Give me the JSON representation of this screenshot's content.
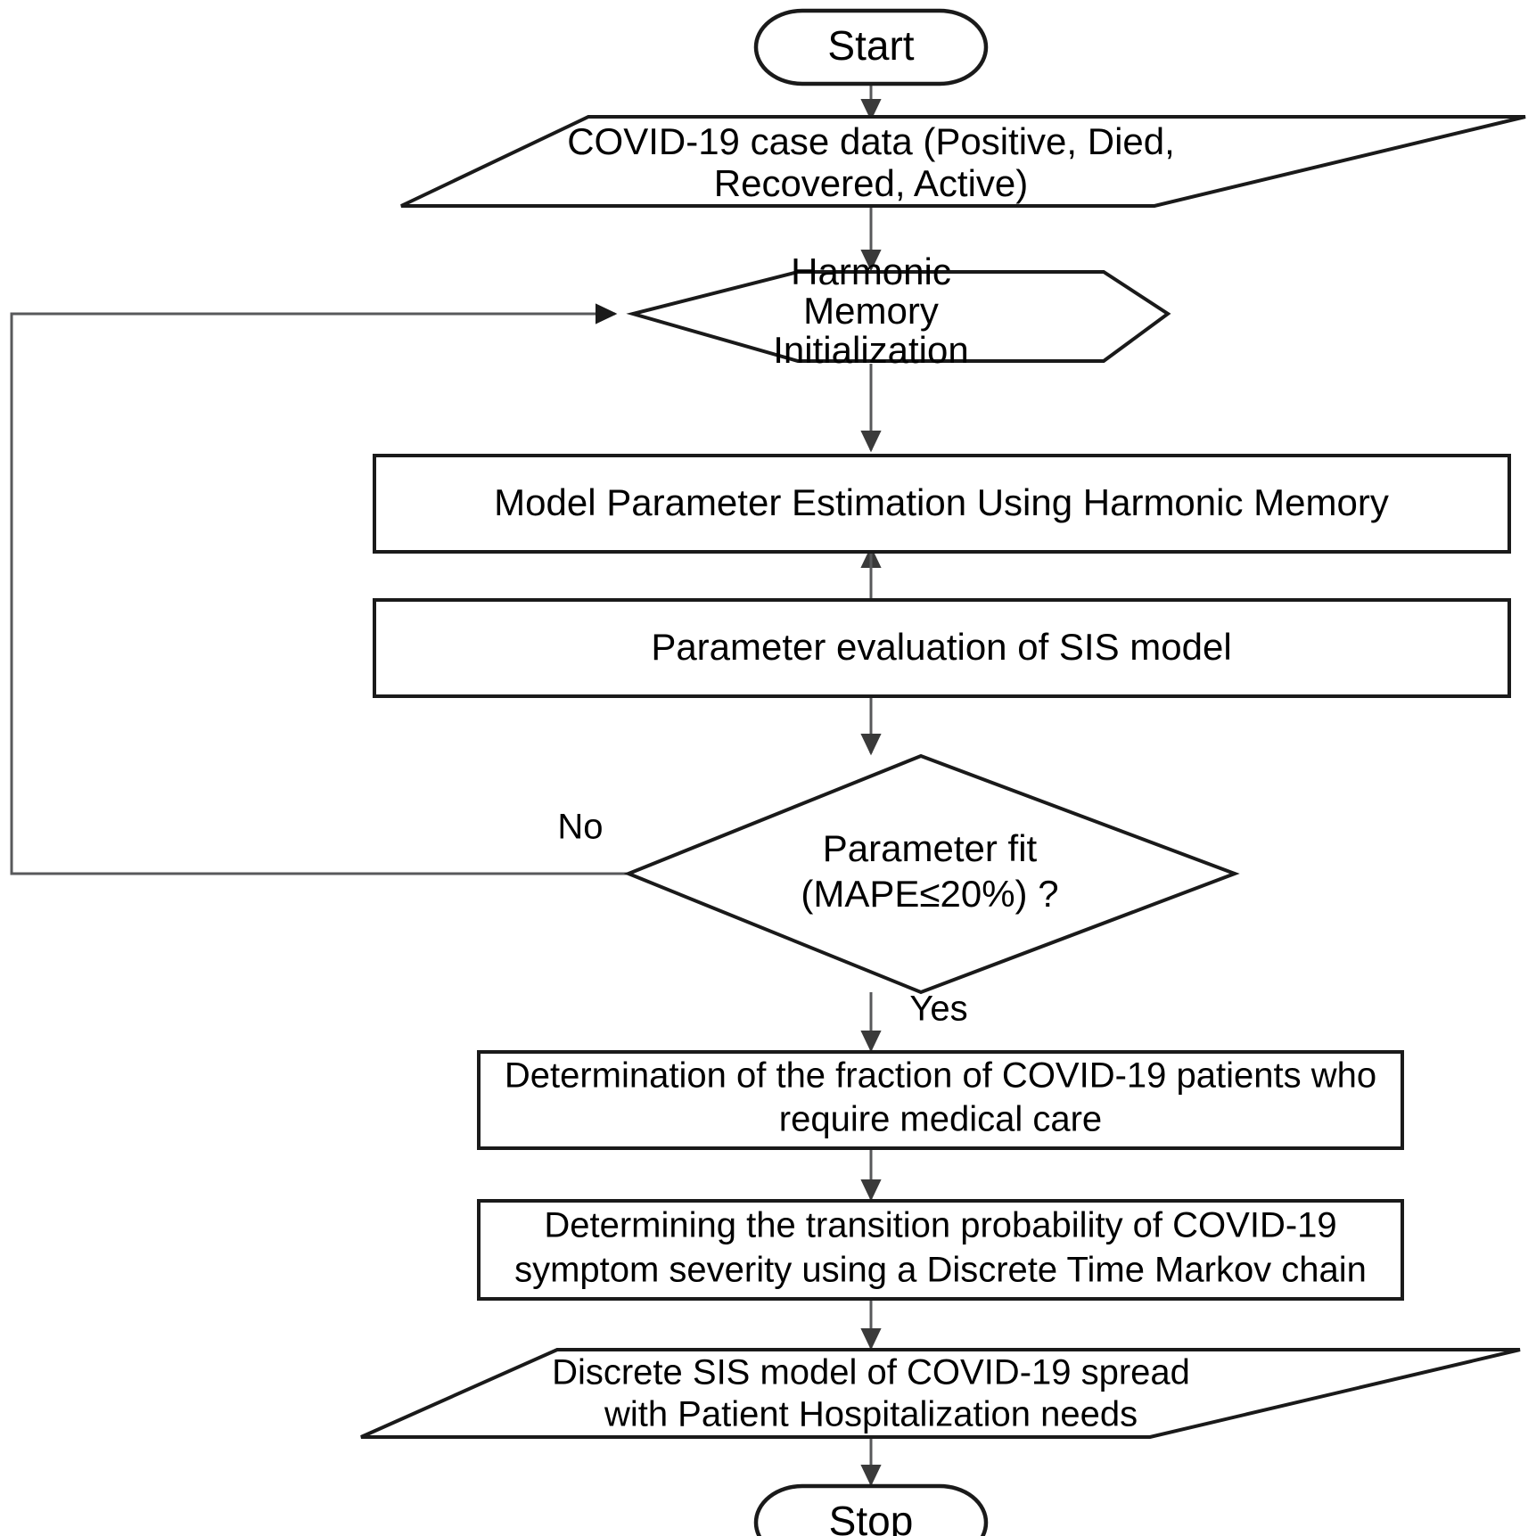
{
  "diagram": {
    "title": "COVID-19 SIS model parameter estimation flowchart",
    "colors": {
      "shape_stroke": "#1a1a1a",
      "connector": "#58595b",
      "background": "#ffffff",
      "text": "#000000"
    },
    "nodes": {
      "start": {
        "shape": "terminator",
        "label": "Start"
      },
      "input_data": {
        "shape": "parallelogram-data",
        "line1": "COVID-19 case data (Positive, Died,",
        "line2": "Recovered, Active)"
      },
      "harmonic_init": {
        "shape": "hexagon-preparation",
        "line1": "Harmonic",
        "line2": "Memory",
        "line3": "Initialization"
      },
      "param_estimation": {
        "shape": "process-rectangle",
        "label": "Model Parameter Estimation Using Harmonic Memory"
      },
      "param_evaluation": {
        "shape": "process-rectangle",
        "label": "Parameter evaluation of SIS model"
      },
      "decision": {
        "shape": "diamond-decision",
        "line1": "Parameter fit",
        "line2": "(MAPE≤20%) ?"
      },
      "fraction_medical_care": {
        "shape": "process-rectangle",
        "line1": "Determination of the fraction of COVID-19 patients who",
        "line2": "require medical care"
      },
      "markov_chain": {
        "shape": "process-rectangle",
        "line1": "Determining the transition probability of COVID-19",
        "line2": "symptom severity using a Discrete Time Markov chain"
      },
      "output_model": {
        "shape": "parallelogram-data",
        "line1": "Discrete SIS model of COVID-19 spread",
        "line2": "with Patient Hospitalization needs"
      },
      "stop": {
        "shape": "terminator",
        "label": "Stop"
      }
    },
    "edge_labels": {
      "no": "No",
      "yes": "Yes"
    }
  }
}
